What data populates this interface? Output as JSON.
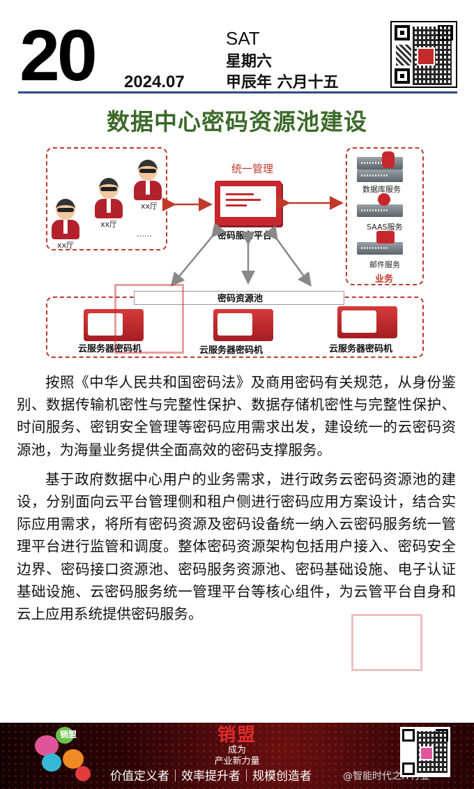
{
  "header": {
    "day": "20",
    "year_month": "2024.07",
    "weekday_en": "SAT",
    "weekday_cn": "星期六",
    "lunar_date": "甲辰年 六月十五"
  },
  "title": "数据中心密码资源池建设",
  "diagram": {
    "unified_management": "统一管理",
    "platform_label": "密码服务平台",
    "users": [
      {
        "label": "xx厅"
      },
      {
        "label": "xx厅"
      },
      {
        "label": "xx厅"
      }
    ],
    "users_ellipsis": "……",
    "services": [
      "数据库服务",
      "SAAS服务",
      "邮件服务"
    ],
    "business_label": "业务",
    "pool_label": "密码资源池",
    "hsm_labels": [
      "云服务器密码机",
      "云服务器密码机",
      "云服务器密码机"
    ],
    "colors": {
      "accent": "#c7282e",
      "title_green": "#3c6a2a",
      "rule_blue": "#2a4a8a"
    }
  },
  "paragraphs": [
    "按照《中华人民共和国密码法》及商用密码有关规范，从身份鉴别、数据传输机密性与完整性保护、数据存储机密性与完整性保护、时间服务、密钥安全管理等密码应用需求出发，建设统一的云密码资源池，为海量业务提供全面高效的密码支撑服务。",
    "基于政府数据中心用户的业务需求，进行政务云密码资源池的建设，分别面向云平台管理侧和租户侧进行密码应用方案设计，结合实际应用需求，将所有密码资源及密码设备统一纳入云密码服务统一管理平台进行监管和调度。整体密码资源架构包括用户接入、密码安全边界、密码接口资源池、密码服务资源池、密码基础设施、电子认证基础设施、云密码服务统一管理平台等核心组件，为云管平台自身和云上应用系统提供密码服务。"
  ],
  "footer": {
    "brand_small": "销盟",
    "center_logo": "销盟",
    "center_line1": "成为",
    "center_line2": "产业新力量",
    "slogan": "价值定义者｜效率提升者｜规模创造者",
    "watermark": "@智能时代之IT行业"
  }
}
